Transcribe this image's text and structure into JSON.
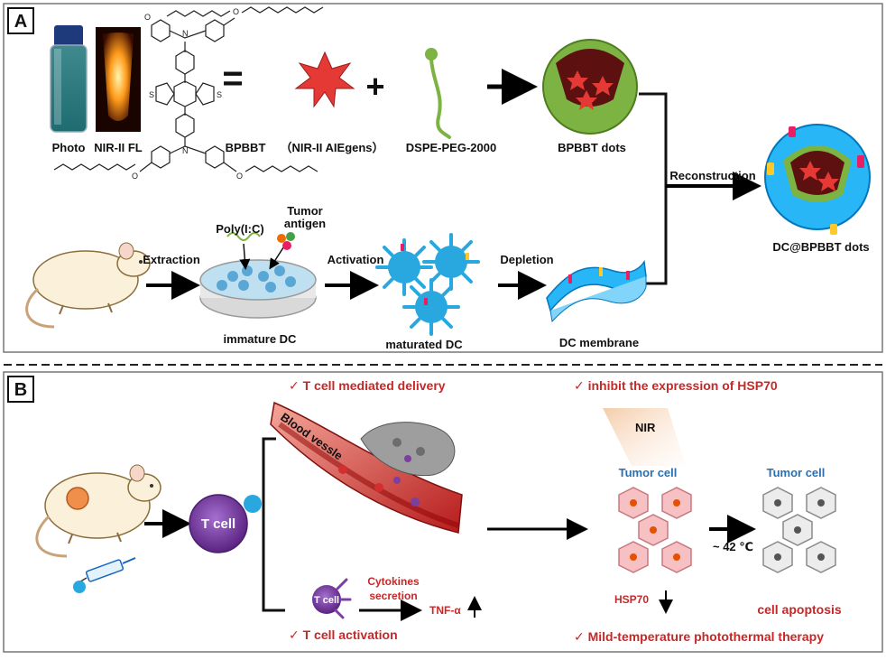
{
  "panel_a": {
    "letter": "A",
    "photo": "Photo",
    "nir_fl": "NIR-II FL",
    "bpbbt": "BPBBT",
    "aiegens": "（NIR-II AIEgens）",
    "dspe": "DSPE-PEG-2000",
    "bpbbt_dots": "BPBBT dots",
    "reconstruction": "Reconstruction",
    "dc_bpbbt_dots": "DC@BPBBT dots",
    "extraction": "Extraction",
    "polyic": "Poly(I:C)",
    "tumor": "Tumor",
    "antigen": "antigen",
    "activation": "Activation",
    "depletion": "Depletion",
    "immature_dc": "immature DC",
    "maturated_dc": "maturated DC",
    "dc_membrane": "DC membrane",
    "equals": "=",
    "plus": "+"
  },
  "panel_b": {
    "letter": "B",
    "tcell_delivery": "✓  T cell mediated delivery",
    "inhibit_hsp70": "✓  inhibit the expression of HSP70",
    "blood_vessle": "Blood vessle",
    "nir": "NIR",
    "tumor_cell_1": "Tumor cell",
    "tumor_cell_2": "Tumor cell",
    "t_cell": "T cell",
    "t_cell_small": "T cell",
    "temp": "~ 42 ℃",
    "cytokines": "Cytokines",
    "secretion": "secretion",
    "tnf": "TNF-α",
    "hsp70": "HSP70",
    "apoptosis": "cell apoptosis",
    "tcell_activation": "✓  T cell activation",
    "mild_ptt": "✓  Mild-temperature photothermal therapy"
  },
  "colors": {
    "accent_red": "#c62828",
    "cell_blue": "#2a6fb0",
    "tcell_purple": "#7b3fa0"
  }
}
